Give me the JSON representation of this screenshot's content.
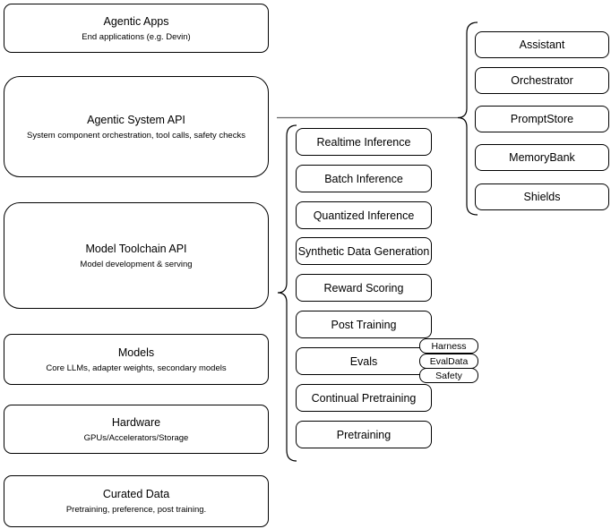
{
  "stack": [
    {
      "title": "Agentic Apps",
      "subtitle": "End applications (e.g. Devin)"
    },
    {
      "title": "Agentic System API",
      "subtitle": "System component orchestration, tool calls, safety checks"
    },
    {
      "title": "Model Toolchain API",
      "subtitle": "Model development & serving"
    },
    {
      "title": "Models",
      "subtitle": "Core LLMs, adapter weights, secondary models"
    },
    {
      "title": "Hardware",
      "subtitle": "GPUs/Accelerators/Storage"
    },
    {
      "title": "Curated Data",
      "subtitle": "Pretraining, preference, post training."
    }
  ],
  "toolchain": {
    "items": [
      "Realtime Inference",
      "Batch Inference",
      "Quantized Inference",
      "Synthetic Data Generation",
      "Reward Scoring",
      "Post Training",
      "Evals",
      "Continual Pretraining",
      "Pretraining"
    ]
  },
  "eval_tags": [
    "Harness",
    "EvalData",
    "Safety"
  ],
  "components": [
    "Assistant",
    "Orchestrator",
    "PromptStore",
    "MemoryBank",
    "Shields"
  ],
  "colors": {
    "stroke": "#000000",
    "fill": "#ffffff",
    "connector": "#666666"
  }
}
